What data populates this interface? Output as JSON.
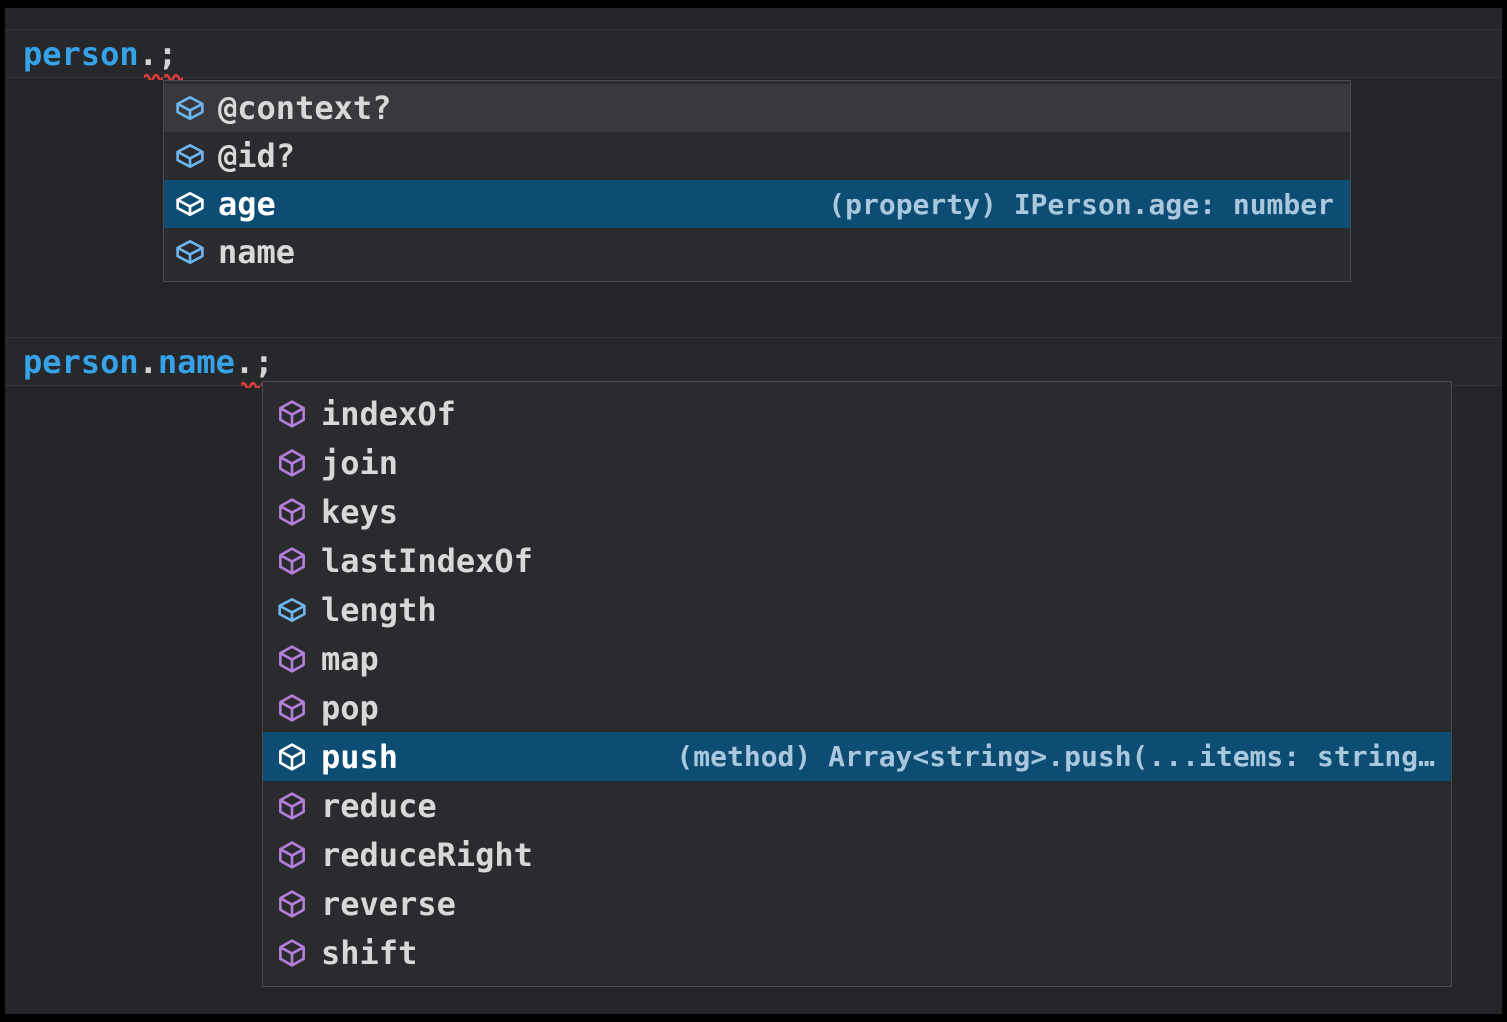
{
  "editor": {
    "kind": "code-editor-intellisense",
    "colors": {
      "background": "#242528",
      "suggest_background": "#2a2b2e",
      "suggest_border": "#4a4b4d",
      "selected_row": "#0d4d74",
      "hover_row": "#37393d",
      "identifier_blue": "#36a3e8",
      "punctuation": "#d4d4d4",
      "label_text": "#d8d8d8",
      "detail_text": "#a9c7dd",
      "field_icon": "#6db6ef",
      "method_icon": "#b57edb",
      "selected_icon": "#ffffff",
      "error_squiggle": "#e23b3b"
    }
  },
  "snippet1": {
    "code": [
      {
        "text": "person",
        "type": "identifier"
      },
      {
        "text": ".",
        "type": "punct",
        "error": true
      },
      {
        "text": ";",
        "type": "punct",
        "error": true
      }
    ],
    "suggest": {
      "items": [
        {
          "label": "@context?",
          "icon": "symbol-field",
          "state": "hover"
        },
        {
          "label": "@id?",
          "icon": "symbol-field",
          "state": "none"
        },
        {
          "label": "age",
          "icon": "symbol-field",
          "state": "selected",
          "detail": "(property) IPerson.age: number"
        },
        {
          "label": "name",
          "icon": "symbol-field",
          "state": "none"
        }
      ]
    }
  },
  "snippet2": {
    "code": [
      {
        "text": "person",
        "type": "identifier"
      },
      {
        "text": ".",
        "type": "punct"
      },
      {
        "text": "name",
        "type": "identifier"
      },
      {
        "text": ".",
        "type": "punct",
        "error": true
      },
      {
        "text": ";",
        "type": "punct",
        "error": true
      }
    ],
    "suggest": {
      "items": [
        {
          "label": "indexOf",
          "icon": "symbol-method",
          "state": "none"
        },
        {
          "label": "join",
          "icon": "symbol-method",
          "state": "none"
        },
        {
          "label": "keys",
          "icon": "symbol-method",
          "state": "none"
        },
        {
          "label": "lastIndexOf",
          "icon": "symbol-method",
          "state": "none"
        },
        {
          "label": "length",
          "icon": "symbol-field",
          "state": "none"
        },
        {
          "label": "map",
          "icon": "symbol-method",
          "state": "none"
        },
        {
          "label": "pop",
          "icon": "symbol-method",
          "state": "none"
        },
        {
          "label": "push",
          "icon": "symbol-method",
          "state": "selected",
          "detail": "(method) Array<string>.push(...items: string…"
        },
        {
          "label": "reduce",
          "icon": "symbol-method",
          "state": "none"
        },
        {
          "label": "reduceRight",
          "icon": "symbol-method",
          "state": "none"
        },
        {
          "label": "reverse",
          "icon": "symbol-method",
          "state": "none"
        },
        {
          "label": "shift",
          "icon": "symbol-method",
          "state": "none"
        }
      ]
    }
  }
}
